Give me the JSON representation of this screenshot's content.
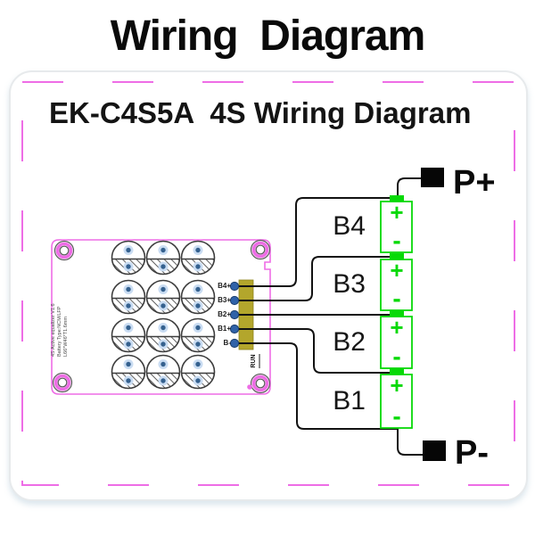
{
  "page": {
    "title": "Wiring  Diagram"
  },
  "panel": {
    "heading": "EK-C4S5A  4S Wiring Diagram",
    "colors": {
      "pink": "#ee6de6",
      "green": "#07d907",
      "yellow": "#b3a62c",
      "pad_blue": "#2f62a8",
      "wire": "#121212",
      "card_border": "#e7eaec"
    },
    "pcb": {
      "silkscreen_lines": [
        "4S Active equalizer V1.6",
        "Battery Type:NCM/LFP",
        "L66*W46*T1.6mm"
      ],
      "run_label": "RUN",
      "pad_labels": [
        "B4+",
        "B3+",
        "B2+",
        "B1+",
        "B-"
      ]
    },
    "batteries": [
      "B4",
      "B3",
      "B2",
      "B1"
    ],
    "battery_symbols": {
      "plus": "+",
      "minus": "-"
    },
    "terminals": {
      "positive": "P+",
      "negative": "P-"
    }
  }
}
